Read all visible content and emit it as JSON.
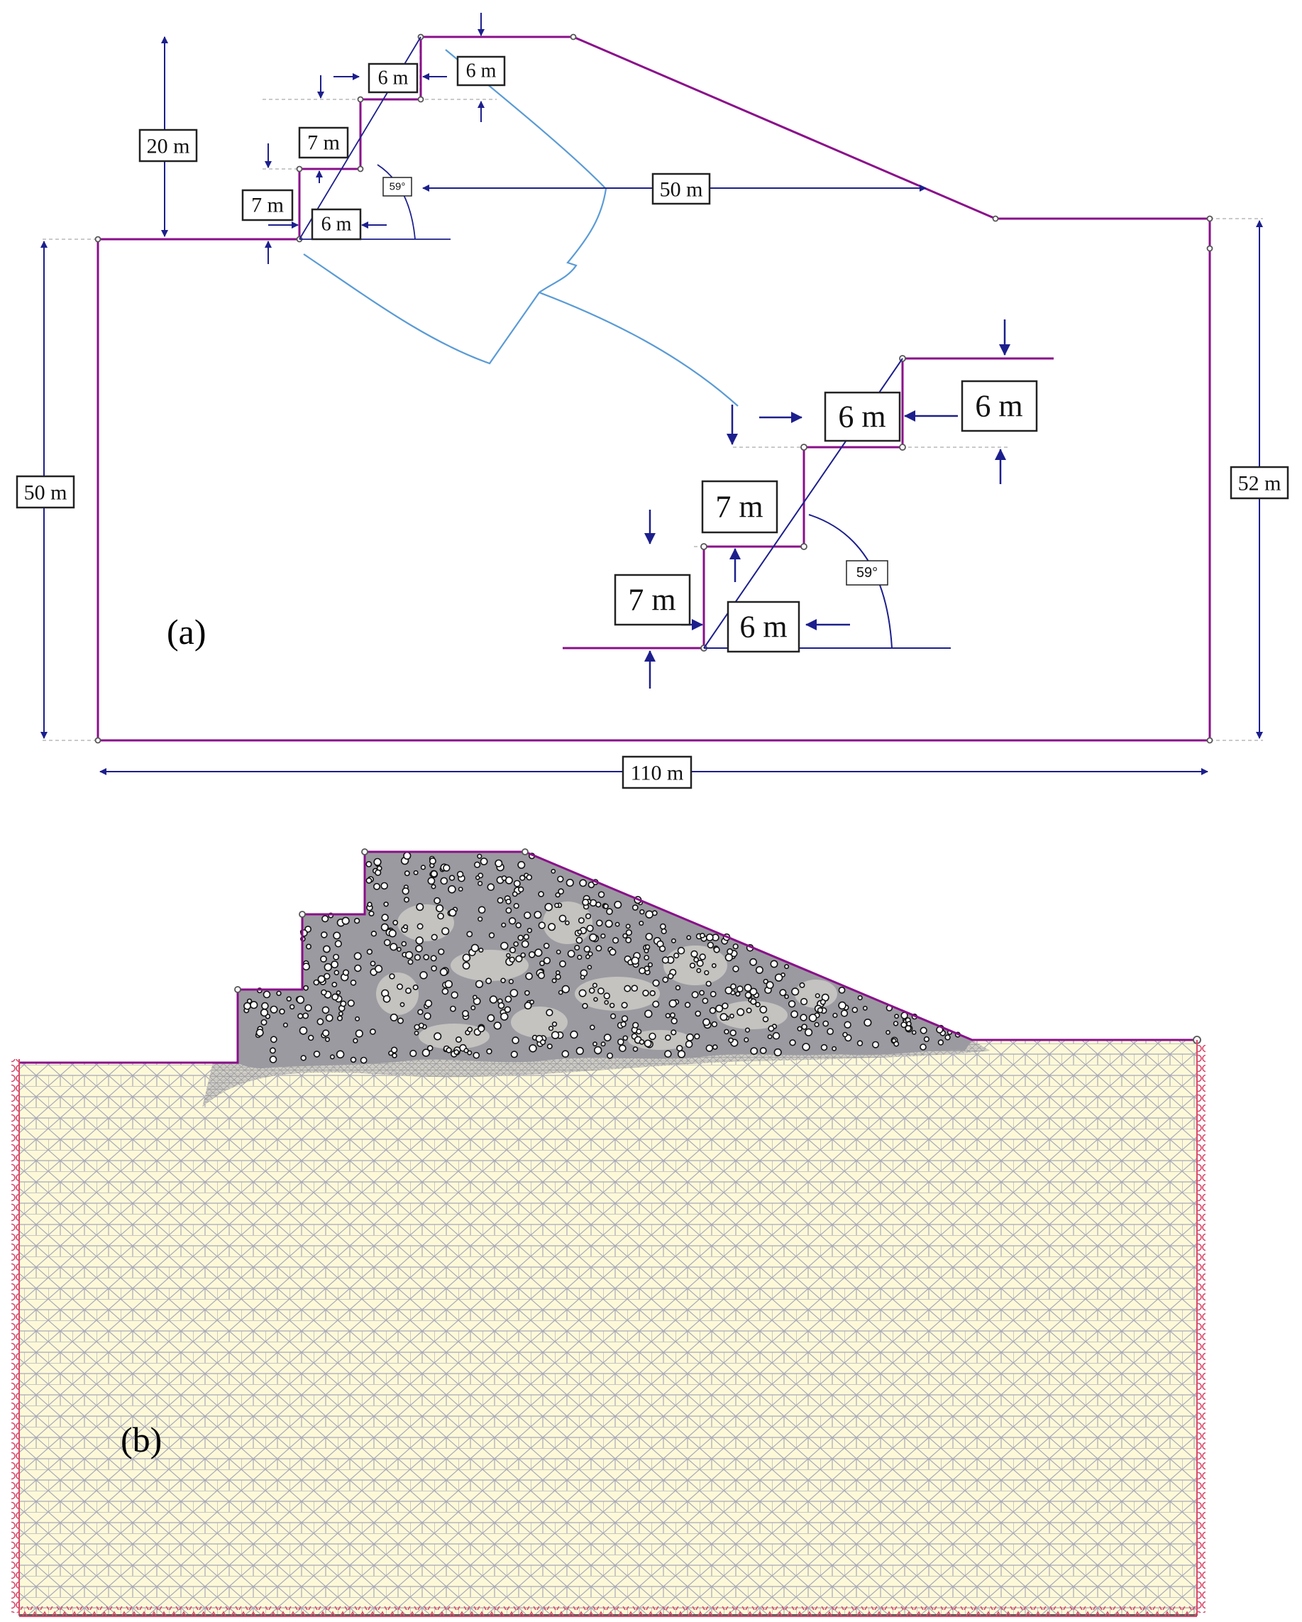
{
  "colors": {
    "boundary": "#8a0f8a",
    "dimension": "#1c1f8c",
    "slip_surface": "#5a9bd5",
    "mesh_fill": "#fdf9d8",
    "mesh_line": "#9a9aa8",
    "rock_fill": "#9b9aa0",
    "support": "#d94a6a"
  },
  "panel_a": {
    "label": "(a)",
    "dimensions": {
      "top_height": "20 m",
      "left_height": "50 m",
      "right_height": "52 m",
      "width": "110 m",
      "slope_width": "50 m",
      "bench_top": "6 m",
      "bench_top_height": "6 m",
      "bench_mid_height": "7 m",
      "bench_low_height": "7 m",
      "bench_low_width": "6 m",
      "angle": "59°"
    },
    "detail": {
      "bench_top": "6 m",
      "bench_top_height": "6 m",
      "bench_mid_height": "7 m",
      "bench_low_height": "7 m",
      "bench_low_width": "6 m",
      "angle": "59°"
    }
  },
  "panel_b": {
    "label": "(b)"
  }
}
